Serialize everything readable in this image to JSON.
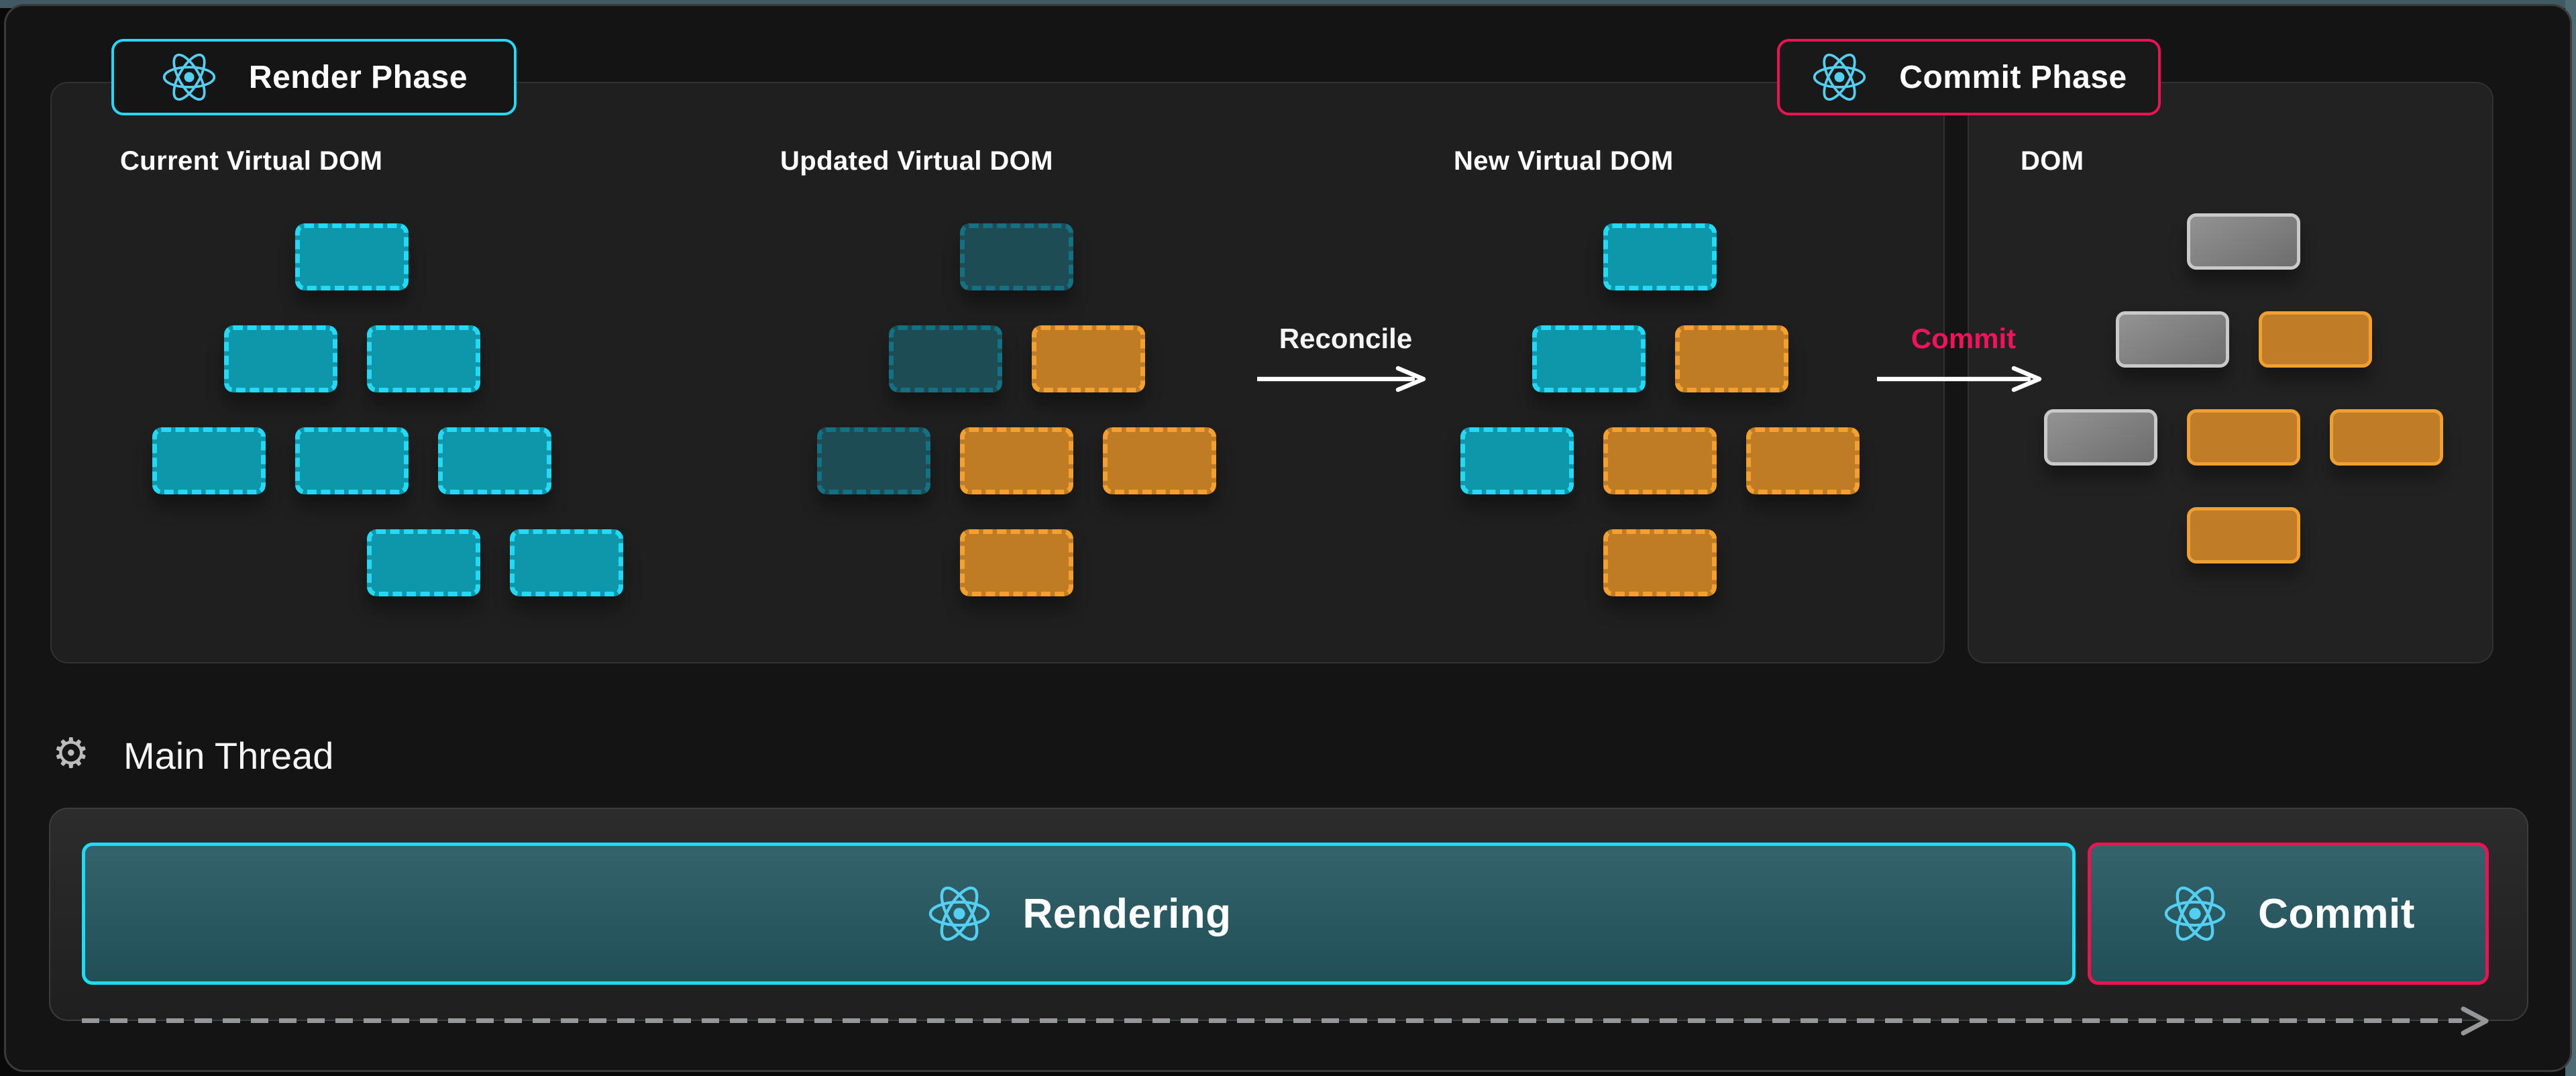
{
  "badges": {
    "render_phase": "Render Phase",
    "commit_phase": "Commit Phase"
  },
  "trees": [
    {
      "title": "Current Virtual DOM",
      "rows": [
        [
          "cyan"
        ],
        [
          "cyan",
          "cyan"
        ],
        [
          "cyan",
          "cyan",
          "cyan"
        ],
        [
          "cyan",
          "cyan"
        ]
      ]
    },
    {
      "title": "Updated Virtual DOM",
      "rows": [
        [
          "dim"
        ],
        [
          "dim",
          "orange"
        ],
        [
          "dim",
          "orange",
          "orange"
        ],
        [
          "orange"
        ]
      ]
    },
    {
      "title": "New Virtual DOM",
      "rows": [
        [
          "cyan"
        ],
        [
          "cyan",
          "orange"
        ],
        [
          "cyan",
          "orange",
          "orange"
        ],
        [
          "orange"
        ]
      ]
    },
    {
      "title": "DOM",
      "rows": [
        [
          "gray"
        ],
        [
          "gray",
          "orange2"
        ],
        [
          "gray",
          "orange2",
          "orange2"
        ],
        [
          "orange2"
        ]
      ]
    }
  ],
  "arrows": {
    "reconcile": {
      "label": "Reconcile"
    },
    "commit": {
      "label": "Commit"
    }
  },
  "main_thread": {
    "label": "Main Thread",
    "rendering_bar": "Rendering",
    "commit_bar": "Commit"
  },
  "colors": {
    "cyan_accent": "#29d6f4",
    "pink_accent": "#eb1354",
    "pink_label": "#f5125c",
    "orange_border": "#f4a031",
    "orange_fill": "#bf7c25",
    "cyan_node_fill": "#0e96aa",
    "dim_teal_fill": "#1d4c55",
    "dim_teal_border": "#147183",
    "gray_node_fill": "#7d7d7d",
    "gray_node_border": "#c9c9c9",
    "react_logo": "#55cff1",
    "bar_fill_top": "#35636c",
    "bar_fill_bottom": "#224f57",
    "timeline_dash": "#95989a"
  },
  "icons": {
    "react_logo": "atom",
    "gear": "⚙",
    "arrow_right": "→",
    "timeline_arrow": "›"
  }
}
